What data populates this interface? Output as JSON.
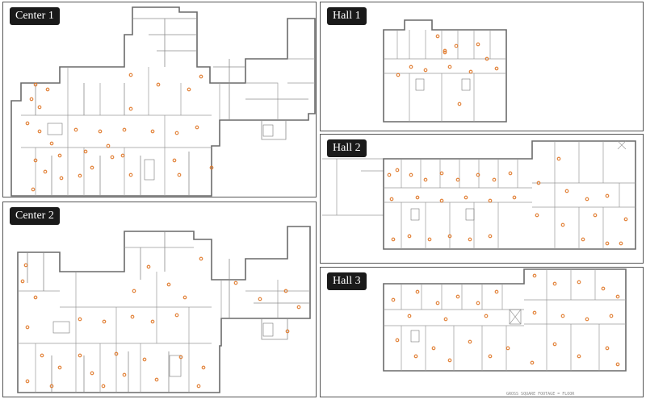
{
  "panels": {
    "center1": {
      "label": "Center 1"
    },
    "center2": {
      "label": "Center 2"
    },
    "hall1": {
      "label": "Hall 1"
    },
    "hall2": {
      "label": "Hall 2"
    },
    "hall3": {
      "label": "Hall 3"
    }
  },
  "colors": {
    "marker": "#e07a2c",
    "walls": "#6a6a6a",
    "label_bg": "#1a1a1a"
  },
  "icons": {
    "marker": "sensor-marker-icon"
  },
  "hall3_caption": "GROSS SQUARE FOOTAGE = FLOOR"
}
